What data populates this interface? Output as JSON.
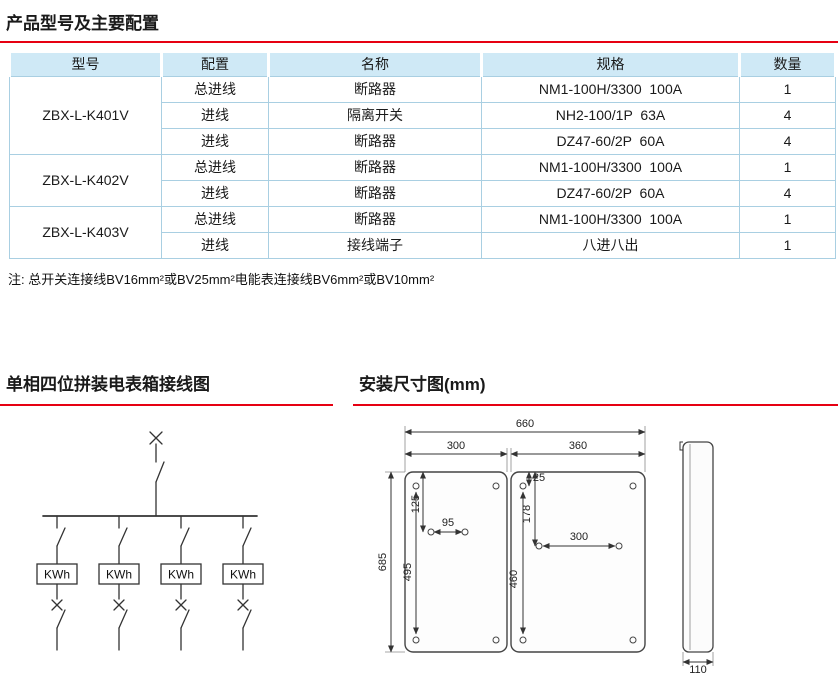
{
  "page": {
    "title": "产品型号及主要配置",
    "note": "注: 总开关连接线BV16mm²或BV25mm²电能表连接线BV6mm²或BV10mm²",
    "wiring_section_title": "单相四位拼装电表箱接线图",
    "dimension_section_title": "安装尺寸图(mm)"
  },
  "table": {
    "headers": [
      "型号",
      "配置",
      "名称",
      "规格",
      "数量"
    ],
    "groups": [
      {
        "model": "ZBX-L-K401V",
        "rows": [
          {
            "config": "总进线",
            "name": "断路器",
            "spec": "NM1-100H/3300  100A",
            "qty": "1"
          },
          {
            "config": "进线",
            "name": "隔离开关",
            "spec": "NH2-100/1P  63A",
            "qty": "4"
          },
          {
            "config": "进线",
            "name": "断路器",
            "spec": "DZ47-60/2P  60A",
            "qty": "4"
          }
        ]
      },
      {
        "model": "ZBX-L-K402V",
        "rows": [
          {
            "config": "总进线",
            "name": "断路器",
            "spec": "NM1-100H/3300  100A",
            "qty": "1"
          },
          {
            "config": "进线",
            "name": "断路器",
            "spec": "DZ47-60/2P  60A",
            "qty": "4"
          }
        ]
      },
      {
        "model": "ZBX-L-K403V",
        "rows": [
          {
            "config": "总进线",
            "name": "断路器",
            "spec": "NM1-100H/3300  100A",
            "qty": "1"
          },
          {
            "config": "进线",
            "name": "接线端子",
            "spec": "八进八出",
            "qty": "1"
          }
        ]
      }
    ]
  },
  "wiring": {
    "meter_label": "KWh"
  },
  "dimensions": {
    "total_width": "660",
    "left_panel_width": "300",
    "right_panel_width": "360",
    "total_height": "685",
    "left_hole_top_offset": "125",
    "left_hole_horizontal": "95",
    "left_hole_vertical_span": "495",
    "right_hole_top_offset": "25",
    "right_hole_vertical": "178",
    "right_hole_horizontal": "300",
    "right_hole_vertical_span": "460",
    "depth": "110"
  },
  "colors": {
    "accent_red": "#e60012",
    "table_header_bg": "#cfe9f6",
    "table_border": "#a9cfe2"
  }
}
